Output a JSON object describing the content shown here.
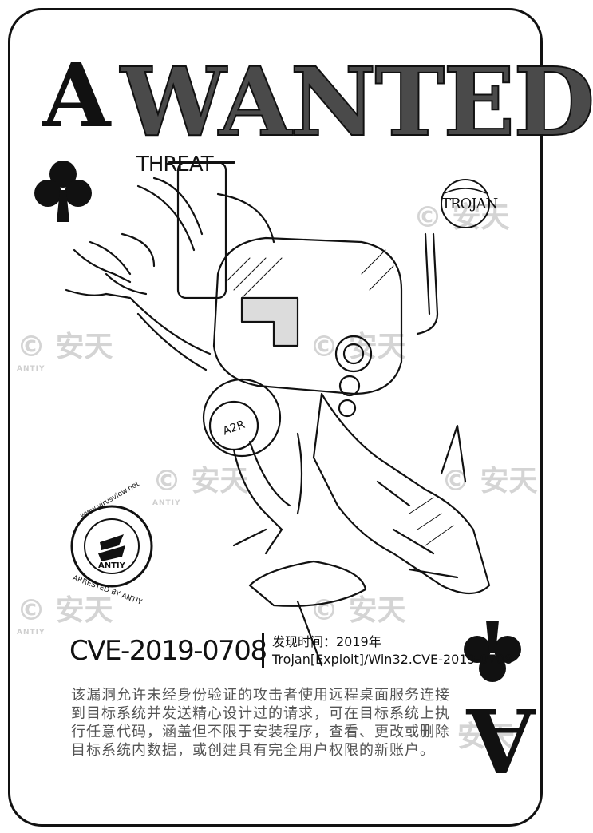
{
  "card": {
    "rank": "A",
    "suit_icon": "club-icon",
    "title": "WANTED",
    "category": "THREAT",
    "family_logo": "TROJAN",
    "stamp": {
      "outer_text_top": "www.virusview.net",
      "outer_text_bottom": "ARRESTED BY ANTIY",
      "brand": "ANTIY"
    },
    "watermark": {
      "text": "安天",
      "sub": "ANTIY"
    },
    "cve_id": "CVE-2019-0708",
    "discovered_label": "发现时间：2019年",
    "malware_name": "Trojan[Exploit]/Win32.CVE-2019-0708",
    "description": "该漏洞允许未经身份验证的攻击者使用远程桌面服务连接到目标系统并发送精心设计过的请求，可在目标系统上执行任意代码，涵盖但不限于安装程序，查看、更改或删除目标系统内数据，或创建具有完全用户权限的新账户。"
  },
  "colors": {
    "ink": "#111111",
    "watermark": "#d4d4d4",
    "description_text": "#555555"
  }
}
